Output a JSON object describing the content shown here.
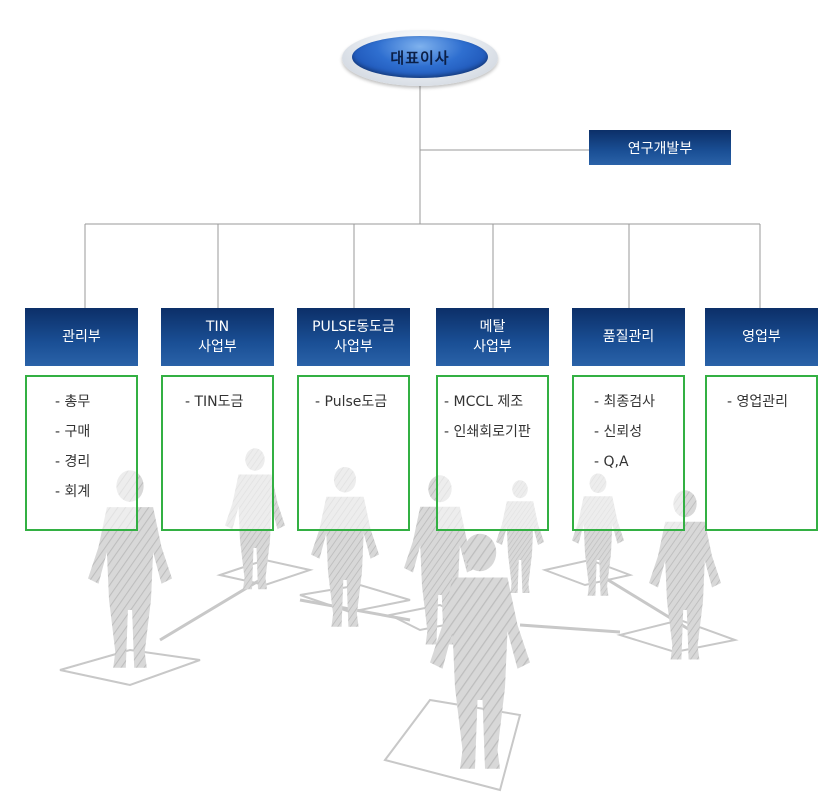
{
  "ceo": {
    "label": "대표이사"
  },
  "rnd": {
    "label": "연구개발부"
  },
  "departments": [
    {
      "title_lines": [
        "관리부"
      ],
      "tasks": [
        "- 총무",
        "- 구매",
        "- 경리",
        "- 회계"
      ]
    },
    {
      "title_lines": [
        "TIN",
        "사업부"
      ],
      "tasks": [
        "- TIN도금"
      ]
    },
    {
      "title_lines": [
        "PULSE동도금",
        "사업부"
      ],
      "tasks": [
        "- Pulse도금"
      ]
    },
    {
      "title_lines": [
        "메탈",
        "사업부"
      ],
      "tasks": [
        "- MCCL 제조",
        "- 인쇄회로기판"
      ]
    },
    {
      "title_lines": [
        "품질관리"
      ],
      "tasks": [
        "- 최종검사",
        "- 신뢰성",
        "- Q,A"
      ]
    },
    {
      "title_lines": [
        "영업부"
      ],
      "tasks": [
        "- 영업관리"
      ]
    }
  ],
  "colors": {
    "dept_fill_top": "#0c2f68",
    "dept_fill_bottom": "#2a62a8",
    "task_border": "#33b043",
    "connector": "#9a9a9a"
  }
}
